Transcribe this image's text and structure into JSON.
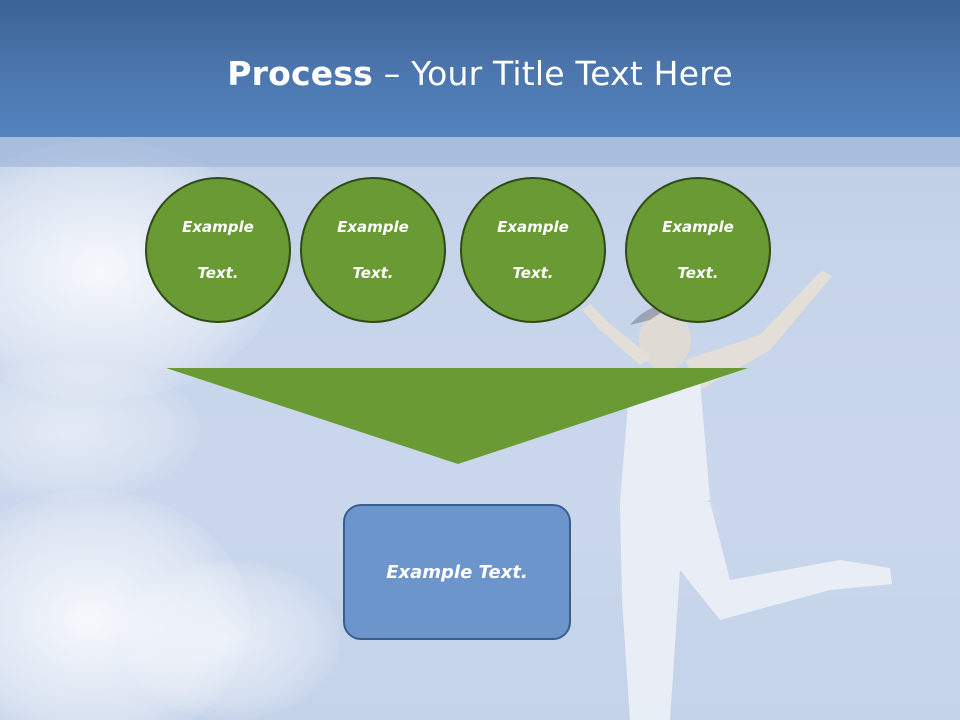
{
  "slide": {
    "title_bold": "Process",
    "title_rest": " – Your Title Text Here",
    "circles": [
      {
        "line1": "Example",
        "line2": "Text."
      },
      {
        "line1": "Example",
        "line2": "Text."
      },
      {
        "line1": "Example",
        "line2": "Text."
      },
      {
        "line1": "Example",
        "line2": "Text."
      }
    ],
    "result_text": "Example Text."
  },
  "colors": {
    "header": "#4a74aa",
    "circle_fill": "#6a9a33",
    "circle_border": "#2f4a17",
    "funnel_fill": "#6a9a33",
    "box_fill": "#6b95cb",
    "box_border": "#3a5f8e"
  },
  "icons": {
    "background_image": "jumping-woman-sky-photo"
  }
}
